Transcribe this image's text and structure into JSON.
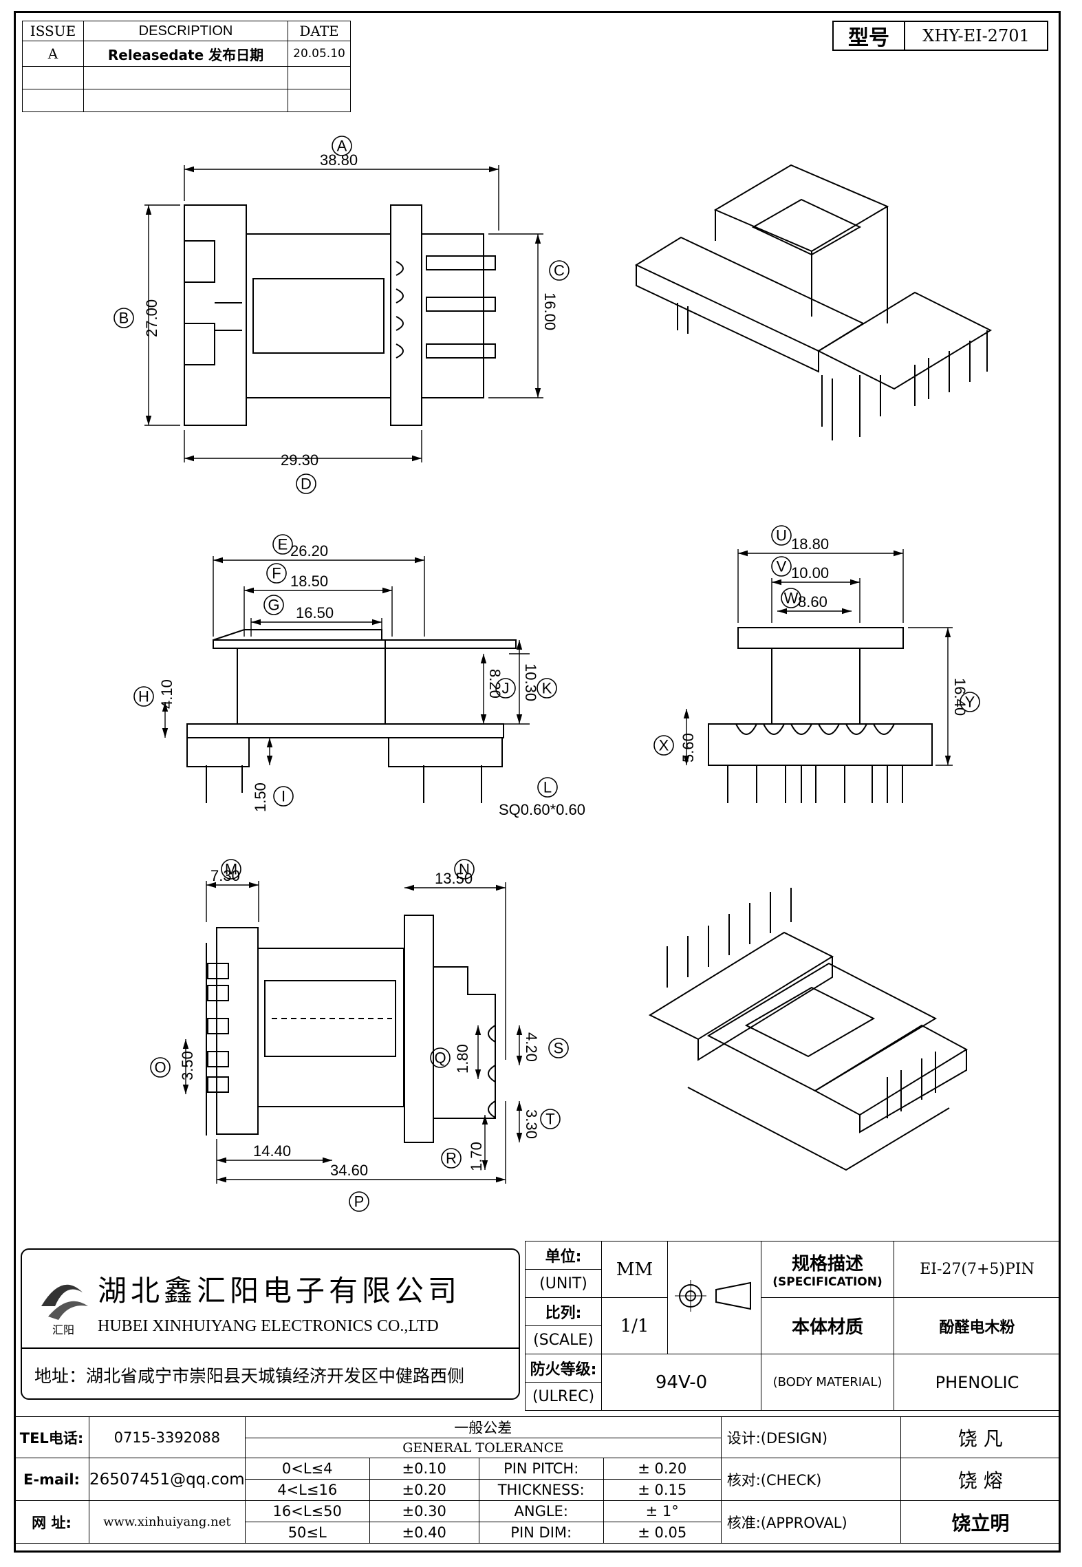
{
  "revision": {
    "headers": [
      "ISSUE",
      "DESCRIPTION",
      "DATE"
    ],
    "rows": [
      {
        "issue": "A",
        "description": "Releasedate 发布日期",
        "date": "20.05.10"
      }
    ]
  },
  "model": {
    "label": "型号",
    "value": "XHY-EI-2701"
  },
  "dimensions": {
    "A": "38.80",
    "B": "27.00",
    "C": "16.00",
    "D": "29.30",
    "E": "26.20",
    "F": "18.50",
    "G": "16.50",
    "H": "4.10",
    "I": "1.50",
    "J": "8.20",
    "K": "10.30",
    "L": "SQ0.60*0.60",
    "U": "18.80",
    "V": "10.00",
    "W": "8.60",
    "X": "5.60",
    "Y": "16.40",
    "M": "7.30",
    "N": "13.50",
    "O": "3.50",
    "P": "34.60",
    "P2": "14.40",
    "Q": "1.80",
    "R": "1.70",
    "S": "4.20",
    "T": "3.30"
  },
  "company": {
    "name_cn": "湖北鑫汇阳电子有限公司",
    "name_en": "HUBEI XINHUIYANG ELECTRONICS CO.,LTD",
    "address": "地址：湖北省咸宁市崇阳县天城镇经济开发区中健路西侧",
    "logo_text": "汇阳"
  },
  "info": {
    "unit_cn": "单位:",
    "unit_en": "(UNIT)",
    "unit_value": "MM",
    "scale_cn": "比列:",
    "scale_en": "(SCALE)",
    "scale_value": "1/1",
    "fire_cn": "防火等级:",
    "fire_en": "(ULREC)",
    "fire_value": "94V-0",
    "spec_cn": "规格描述",
    "spec_en": "(SPECIFICATION)",
    "spec_value": "EI-27(7+5)PIN",
    "material_cn": "本体材质",
    "material_en": "(BODY MATERIAL)",
    "material_value_cn": "酚醛电木粉",
    "material_value_en": "PHENOLIC"
  },
  "contact": {
    "tel_label": "TEL电话:",
    "tel": "0715-3392088",
    "email_label": "E-mail:",
    "email": "26507451@qq.com",
    "web_label": "网  址:",
    "web": "www.xinhuiyang.net"
  },
  "tolerance": {
    "title_cn": "一般公差",
    "title_en": "GENERAL TOLERANCE",
    "rows": [
      {
        "range": "0<L≤4",
        "tol": "±0.10",
        "item": "PIN PITCH:",
        "val": "± 0.20"
      },
      {
        "range": "4<L≤16",
        "tol": "±0.20",
        "item": "THICKNESS:",
        "val": "± 0.15"
      },
      {
        "range": "16<L≤50",
        "tol": "±0.30",
        "item": "ANGLE:",
        "val": "± 1°"
      },
      {
        "range": "50≤L",
        "tol": "±0.40",
        "item": "PIN DIM:",
        "val": "± 0.05"
      }
    ]
  },
  "approval": {
    "design_label": "设计:(DESIGN)",
    "design": "饶  凡",
    "check_label": "核对:(CHECK)",
    "check": "饶  熔",
    "approve_label": "核准:(APPROVAL)",
    "approve": "饶立明"
  }
}
